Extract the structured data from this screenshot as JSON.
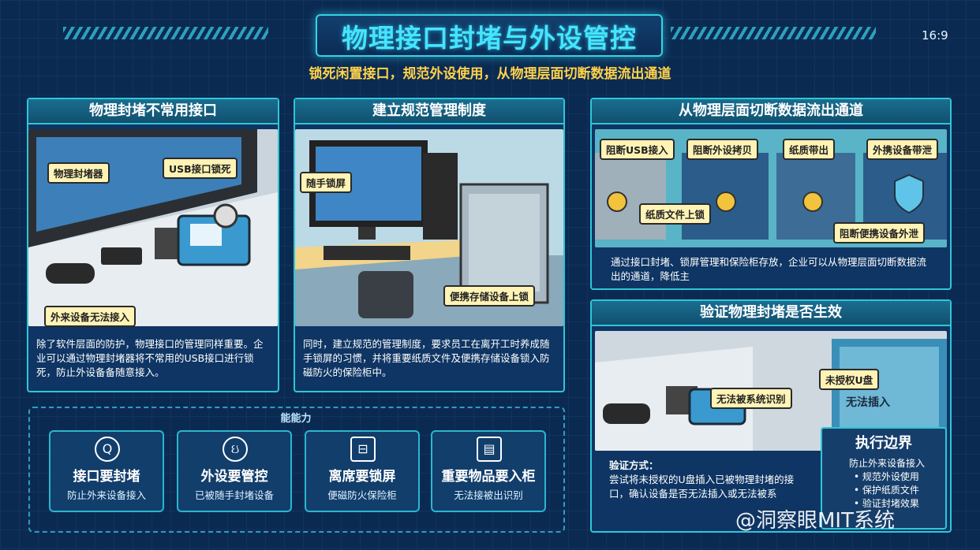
{
  "header": {
    "title": "物理接口封堵与外设管控",
    "ratio": "16:9",
    "subtitle": "锁死闲置接口，规范外设使用，从物理层面切断数据流出通道"
  },
  "panel1": {
    "title": "物理封堵不常用接口",
    "tags": [
      "物理封堵器",
      "USB接口锁死",
      "外来设备无法接入"
    ],
    "text": "除了软件层面的防护，物理接口的管理同样重要。企业可以通过物理封堵器将不常用的USB接口进行锁死，防止外设备备随意接入。"
  },
  "panel2": {
    "title": "建立规范管理制度",
    "tags": [
      "随手锁屏",
      "便携存储设备上锁"
    ],
    "text": "同时，建立规范的管理制度，要求员工在离开工时养成随手锁屏的习惯，并将重要纸质文件及便携存储设备锁入防磁防火的保险柜中。"
  },
  "panel3": {
    "title": "从物理层面切断数据流出通道",
    "tags": [
      "阻断USB接入",
      "阻断外设拷贝",
      "纸质带出",
      "外携设备带泄",
      "纸质文件上锁",
      "阻断便携设备外泄"
    ],
    "text": "通过接口封堵、锁屏管理和保险柜存放，企业可以从物理层面切断数据流出的通道，降低主"
  },
  "panel4": {
    "title": "验证物理封堵是否生效",
    "tags": [
      "未授权U盘",
      "无法插入",
      "无法被系统识别"
    ],
    "method_title": "验证方式：",
    "method_text": "尝试将未授权的U盘插入已被物理封堵的接口，确认设备是否无法插入或无法被系",
    "boundary_title": "执行边界",
    "boundary_items": [
      "防止外来设备接入",
      "• 规范外设使用",
      "• 保护纸质文件",
      "• 验证封堵效果"
    ]
  },
  "capability": {
    "label": "能能力",
    "cards": [
      {
        "icon": "Q",
        "title": "接口要封堵",
        "sub": "防止外来设备接入"
      },
      {
        "icon": "ઇ",
        "title": "外设要管控",
        "sub": "已被随手封堵设备"
      },
      {
        "icon": "⊟",
        "title": "离席要锁屏",
        "sub": "便磁防火保险柜"
      },
      {
        "icon": "▤",
        "title": "重要物品要入柜",
        "sub": "无法接被出识别"
      }
    ]
  },
  "watermark": "@洞察眼MIT系统"
}
